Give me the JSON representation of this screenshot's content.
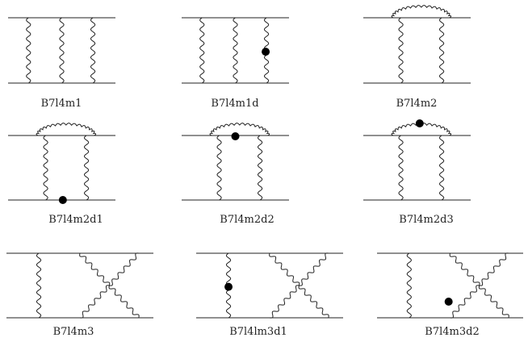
{
  "diagrams": [
    {
      "label": "B7l4m1",
      "kind": "ladder3",
      "dot": null
    },
    {
      "label": "B7l4m1d",
      "kind": "ladder3",
      "dot": "rung3"
    },
    {
      "label": "B7l4m2",
      "kind": "arch",
      "dot": null
    },
    {
      "label": "B7l4m2d1",
      "kind": "arch",
      "dot": "bottom-line"
    },
    {
      "label": "B7l4m2d2",
      "kind": "arch",
      "dot": "top-line"
    },
    {
      "label": "B7l4m2d3",
      "kind": "arch",
      "dot": "arch-top"
    },
    {
      "label": "B7l4m3",
      "kind": "crossed",
      "dot": null
    },
    {
      "label": "B7l4lm3d1",
      "kind": "crossed",
      "dot": "rung1"
    },
    {
      "label": "B7l4m3d2",
      "kind": "crossed",
      "dot": "cross"
    }
  ]
}
